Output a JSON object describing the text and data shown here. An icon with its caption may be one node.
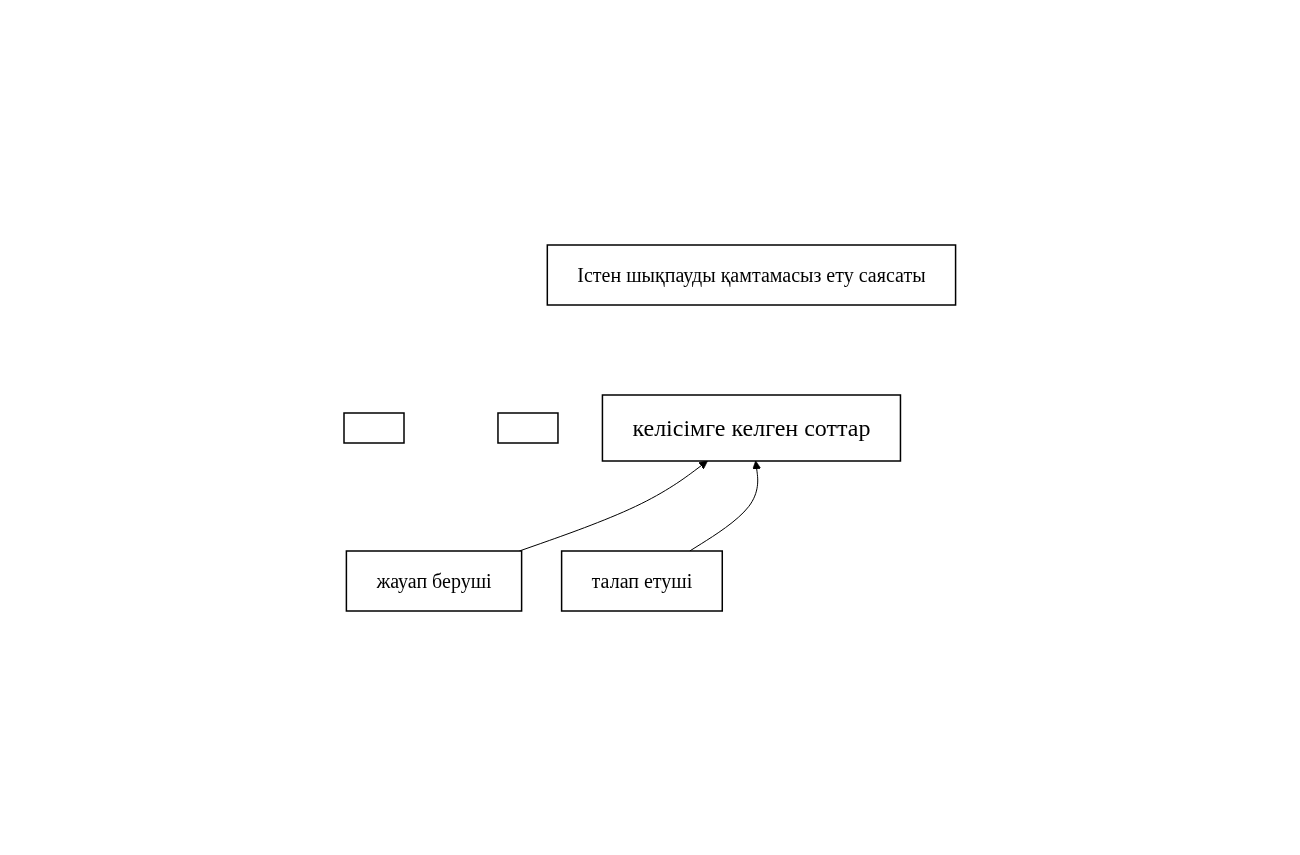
{
  "diagram": {
    "nodes": [
      {
        "text": [
          "Істен шықпауды қамтамасыз ету саясаты"
        ]
      },
      {
        "text": [],
        "shape": "box"
      },
      {
        "text": [],
        "shape": "box"
      },
      {
        "text": [
          "келісімге келген соттар"
        ]
      },
      {
        "text": [
          "жауап беруші"
        ]
      },
      {
        "text": [
          "талап етуші"
        ]
      }
    ],
    "edges": [
      {
        "from": 4,
        "to": 3,
        "arrow": "to"
      },
      {
        "from": 5,
        "to": 3,
        "arrow": "to"
      }
    ]
  }
}
